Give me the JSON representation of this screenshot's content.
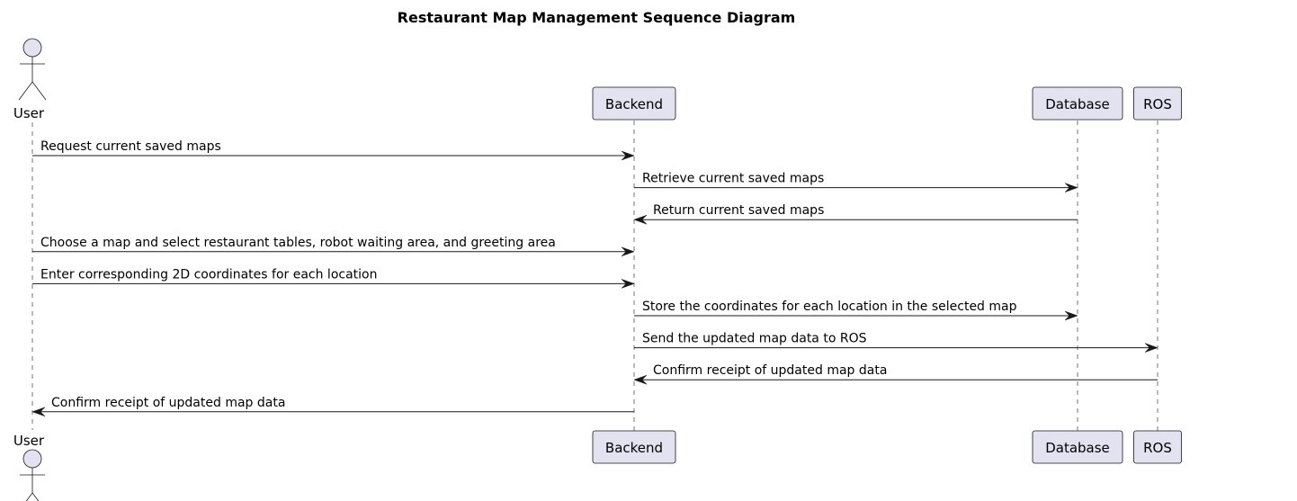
{
  "title": "Restaurant Map Management Sequence Diagram",
  "participants": [
    {
      "id": "user",
      "name": "User",
      "kind": "actor"
    },
    {
      "id": "backend",
      "name": "Backend",
      "kind": "participant"
    },
    {
      "id": "database",
      "name": "Database",
      "kind": "participant"
    },
    {
      "id": "ros",
      "name": "ROS",
      "kind": "participant"
    }
  ],
  "messages": [
    {
      "from": "user",
      "to": "backend",
      "label": "Request current saved maps"
    },
    {
      "from": "backend",
      "to": "database",
      "label": "Retrieve current saved maps"
    },
    {
      "from": "database",
      "to": "backend",
      "label": "Return current saved maps"
    },
    {
      "from": "user",
      "to": "backend",
      "label": "Choose a map and select restaurant tables, robot waiting area, and greeting area"
    },
    {
      "from": "user",
      "to": "backend",
      "label": "Enter corresponding 2D coordinates for each location"
    },
    {
      "from": "backend",
      "to": "database",
      "label": "Store the coordinates for each location in the selected map"
    },
    {
      "from": "backend",
      "to": "ros",
      "label": "Send the updated map data to ROS"
    },
    {
      "from": "ros",
      "to": "backend",
      "label": "Confirm receipt of updated map data"
    },
    {
      "from": "backend",
      "to": "user",
      "label": "Confirm receipt of updated map data"
    }
  ]
}
